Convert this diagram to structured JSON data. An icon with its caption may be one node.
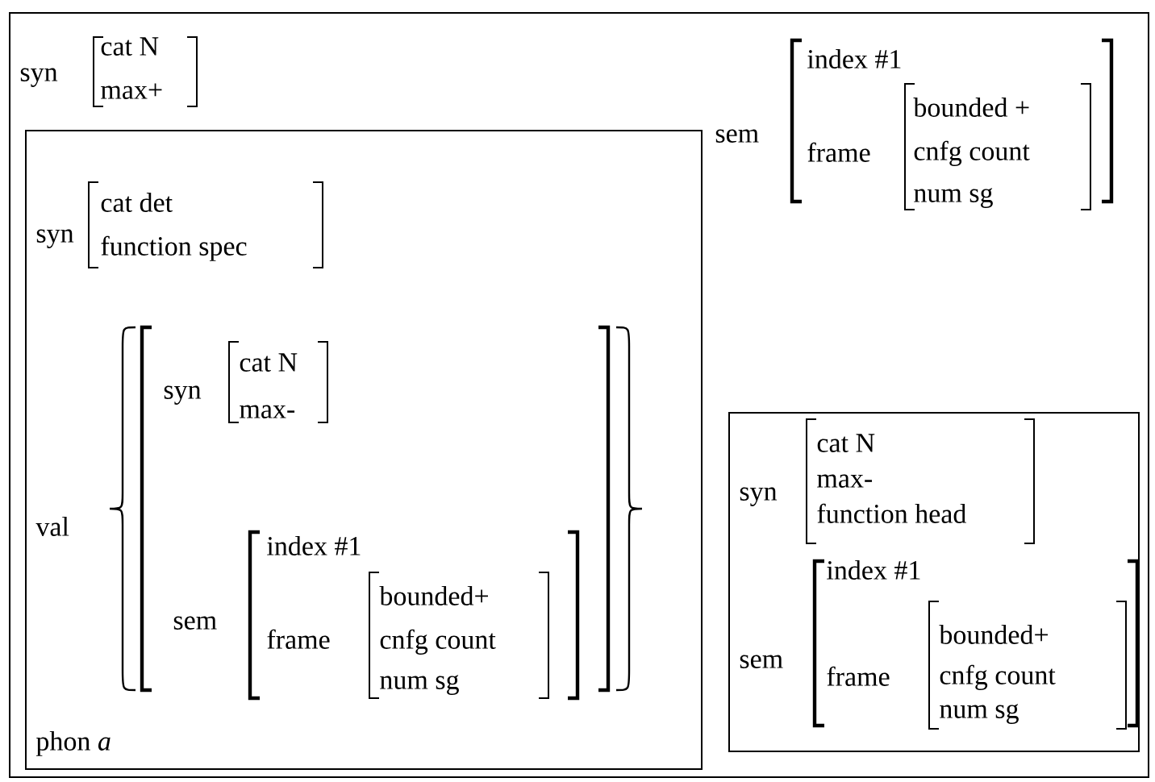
{
  "diagram": {
    "nodes": [
      {
        "text": [
          "syn",
          "cat N",
          "max+",
          "sem",
          "index #1",
          "frame",
          "bounded +",
          "cnfg count",
          "num sg"
        ]
      },
      {
        "text": [
          "syn",
          "cat det",
          "function spec",
          "val",
          "syn",
          "cat N",
          "max-",
          "sem",
          "index #1",
          "frame",
          "bounded+",
          "cnfg count",
          "num sg",
          "phon *a*"
        ],
        "in": 0
      },
      {
        "text": [
          "syn",
          "cat N",
          "max-",
          "function head",
          "sem",
          "index #1",
          "frame",
          "bounded+",
          "cnfg count",
          "num sg"
        ],
        "in": 0
      }
    ]
  }
}
